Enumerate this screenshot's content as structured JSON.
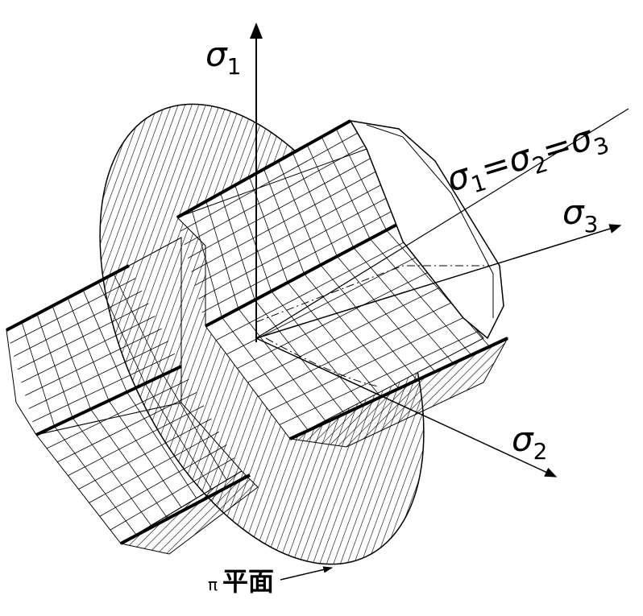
{
  "labels": {
    "sigma1_axis": {
      "symbol": "σ",
      "sub": "1"
    },
    "sigma2_axis": {
      "symbol": "σ",
      "sub": "2"
    },
    "sigma3_axis": {
      "symbol": "σ",
      "sub": "3"
    },
    "hydrostatic_axis": [
      {
        "symbol": "σ",
        "sub": "1"
      },
      {
        "eq": "="
      },
      {
        "symbol": "σ",
        "sub": "2"
      },
      {
        "eq": "="
      },
      {
        "symbol": "σ",
        "sub": "3"
      }
    ],
    "pi_plane": {
      "pi": "π",
      "text": "平面"
    }
  },
  "colors": {
    "ink": "#000000",
    "background": "#ffffff"
  }
}
